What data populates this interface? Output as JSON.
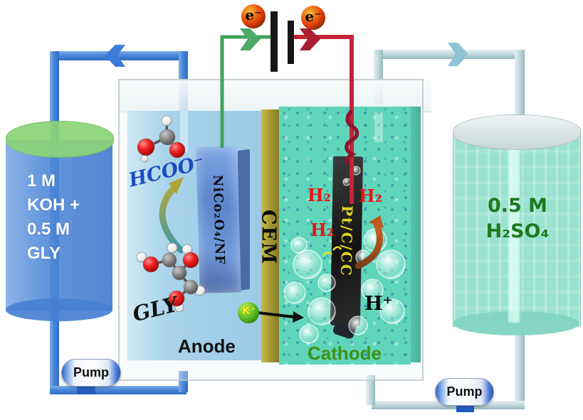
{
  "reservoirs": {
    "left": {
      "lines": [
        "1 M",
        "KOH +",
        "0.5 M",
        "GLY"
      ]
    },
    "right": {
      "lines": [
        "0.5 M",
        "H₂SO₄"
      ]
    }
  },
  "pumps": {
    "left_label": "Pump",
    "right_label": "Pump"
  },
  "circuit": {
    "electron_symbol_left": "e⁻",
    "electron_symbol_right": "e⁻"
  },
  "cell": {
    "anode_label": "Anode",
    "cathode_label": "Cathode",
    "membrane_label": "CEM",
    "anode_electrode": "NiCo₂O₄/NF",
    "cathode_electrode": "Pt/C/CC",
    "product_label": "HCOO⁻",
    "reactant_label": "GLY",
    "cation_label": "K⁺",
    "proton_label": "H⁺",
    "hydrogen_labels": [
      "H₂",
      "H₂",
      "H₂"
    ]
  },
  "colors": {
    "anode_liquid": "#a8d3ea",
    "cathode_liquid": "#5fd6b9",
    "membrane": "#a89d34",
    "anode_electrode": "#5a84cc",
    "cathode_electrode": "#1c1c1c",
    "left_tube": "#4a86d8",
    "right_tube": "#bdd6da",
    "wire_to_anode": "#3fa35c",
    "wire_to_cathode": "#c52438",
    "electron_ball": "#e85a10",
    "potassium_ball": "#52b41e",
    "h2_text": "#e81414",
    "cathode_text": "#3f9216",
    "right_reservoir_text": "#1e7a1c",
    "left_reservoir_cap": "#8bd476"
  }
}
